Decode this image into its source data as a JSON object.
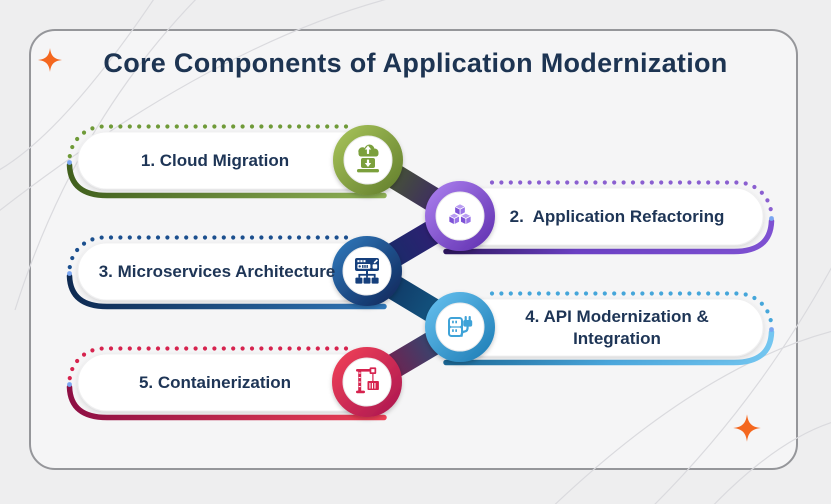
{
  "title": "Core Components of Application Modernization",
  "items": [
    {
      "label": "1. Cloud Migration",
      "icon": "cloud-migration-icon",
      "color": "#7ba03c",
      "side": "left"
    },
    {
      "label": "2.  Application Refactoring",
      "icon": "cubes-icon",
      "color": "#8257e0",
      "side": "right"
    },
    {
      "label": "3. Microservices Architecture",
      "icon": "server-network-icon",
      "color": "#153f7c",
      "side": "left"
    },
    {
      "label": "4. API Modernization & Integration",
      "icon": "plug-integration-icon",
      "color": "#3fa3d8",
      "side": "right"
    },
    {
      "label": "5. Containerization",
      "icon": "crane-container-icon",
      "color": "#d6224e",
      "side": "left"
    }
  ],
  "colors": {
    "title_text": "#1d3452",
    "label_text": "#1e3556",
    "card_border": "#95969a",
    "card_fill": "#f5f5f6",
    "page_bg": "#eeeeef",
    "accent_transition_dot": "#7aa6f2",
    "sparkle": "#f4671f",
    "green": "#7ba03c",
    "purple": "#8257e0",
    "navy": "#153f7c",
    "sky": "#3fa3d8",
    "crimson": "#d6224e"
  }
}
